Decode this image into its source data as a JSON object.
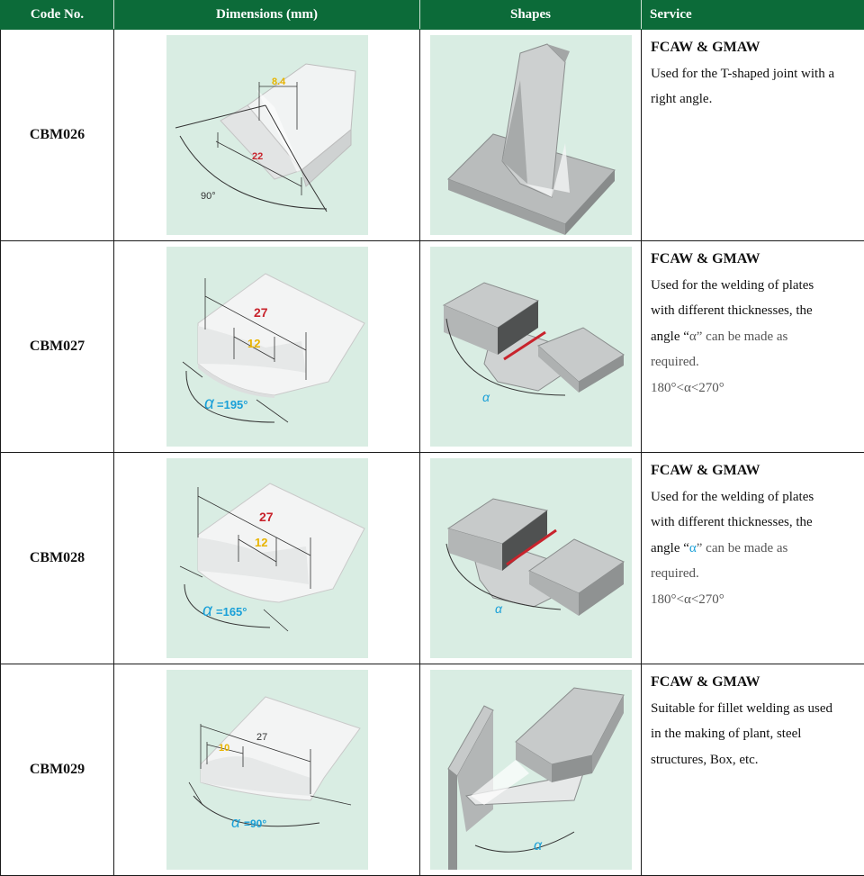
{
  "headers": {
    "code": "Code No.",
    "dimensions": "Dimensions (mm)",
    "shapes": "Shapes",
    "service": "Service"
  },
  "colors": {
    "header_bg": "#0c6b39",
    "figure_bg": "#d9ede3",
    "red_dim": "#c8232c",
    "yellow_dim": "#e8b400",
    "alpha_blue": "#1aa0d8"
  },
  "rows": [
    {
      "code": "CBM026",
      "dims": {
        "a": "8.4",
        "b": "22",
        "angle": "90°"
      },
      "shape_label": "",
      "service": {
        "title": "FCAW & GMAW",
        "lines": [
          "Used for the T-shaped joint with a",
          "right angle."
        ]
      }
    },
    {
      "code": "CBM027",
      "dims": {
        "a": "27",
        "b": "12",
        "alpha": "α",
        "angle": "=195°"
      },
      "shape_label": "α",
      "service": {
        "title": "FCAW & GMAW",
        "lines": [
          "Used for the welding of plates",
          "with different thicknesses, the"
        ],
        "angle_pre": "angle “",
        "angle_sym": "α",
        "angle_post": "” can be made as",
        "req": "required.",
        "range": "180°<α<270°"
      }
    },
    {
      "code": "CBM028",
      "dims": {
        "a": "27",
        "b": "12",
        "alpha": "α",
        "angle": "=165°"
      },
      "shape_label": "α",
      "service": {
        "title": "FCAW & GMAW",
        "lines": [
          "Used for the welding of plates",
          "with different thicknesses, the"
        ],
        "angle_pre": "angle “",
        "angle_sym": "α",
        "angle_post": "” can be made as",
        "req": "required.",
        "range": "180°<α<270°"
      }
    },
    {
      "code": "CBM029",
      "dims": {
        "a": "27",
        "b": "10",
        "alpha": "α",
        "angle": "=90°"
      },
      "shape_label": "α",
      "service": {
        "title": "FCAW & GMAW",
        "lines": [
          "Suitable for fillet welding as used",
          "in the making of plant, steel",
          "structures, Box, etc."
        ]
      }
    }
  ]
}
